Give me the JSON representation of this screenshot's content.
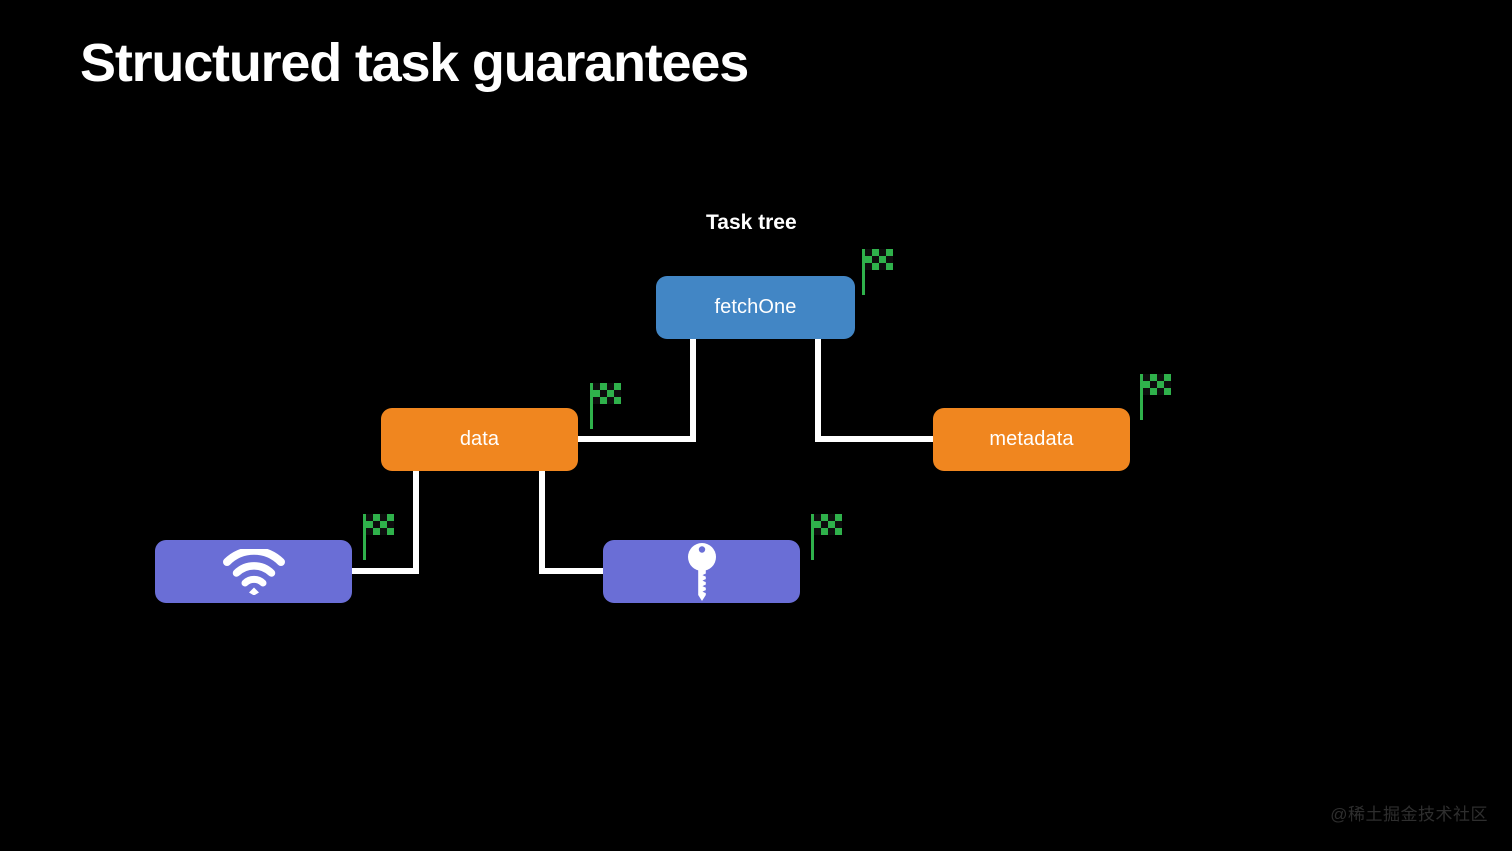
{
  "slide": {
    "title": "Structured task guarantees",
    "background_color": "#000000",
    "watermark": "@稀土掘金技术社区"
  },
  "diagram": {
    "caption": "Task tree",
    "type": "task-tree",
    "palette": {
      "blue": "#4286c5",
      "orange": "#f0861f",
      "purple": "#6a6ed6",
      "connector": "#ffffff",
      "flag_green": "#2fb14b",
      "flag_dark": "#0d0d0d",
      "title_text": "#ffffff",
      "watermark_text": "#2e2e2e"
    },
    "nodes": [
      {
        "id": "fetchOne",
        "label": "fetchOne",
        "icon": null,
        "color": "blue",
        "level": 0,
        "has_flag": true
      },
      {
        "id": "data",
        "label": "data",
        "icon": null,
        "color": "orange",
        "level": 1,
        "has_flag": true
      },
      {
        "id": "metadata",
        "label": "metadata",
        "icon": null,
        "color": "orange",
        "level": 1,
        "has_flag": true
      },
      {
        "id": "network",
        "label": "",
        "icon": "wifi-icon",
        "color": "purple",
        "level": 2,
        "has_flag": true
      },
      {
        "id": "credentials",
        "label": "",
        "icon": "key-icon",
        "color": "purple",
        "level": 2,
        "has_flag": true
      }
    ],
    "edges": [
      {
        "from": "fetchOne",
        "to": "data"
      },
      {
        "from": "fetchOne",
        "to": "metadata"
      },
      {
        "from": "data",
        "to": "network"
      },
      {
        "from": "data",
        "to": "credentials"
      }
    ],
    "flag_label": "finish-flag"
  }
}
